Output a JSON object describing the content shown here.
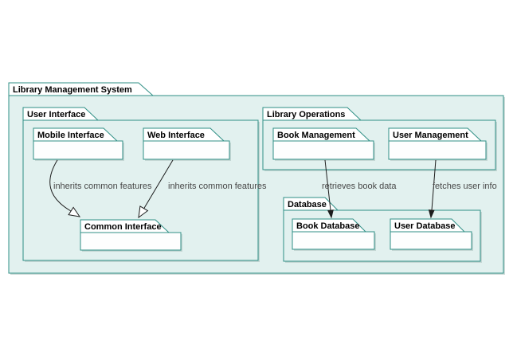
{
  "diagram": {
    "kind": "uml-package-diagram",
    "title": "Library Management System"
  },
  "colors": {
    "package_border": "#2f8f85",
    "container_fill": "#e2f1ef",
    "leaf_fill": "#fdfefe",
    "tab_fill": "#ffffff",
    "name_text": "#000000",
    "edge_label_text": "#474747",
    "edge_line": "#1c1c1c",
    "page_background": "#ffffff"
  },
  "packages": {
    "lms": {
      "name": "Library Management System"
    },
    "user_interface": {
      "name": "User Interface"
    },
    "mobile_interface": {
      "name": "Mobile Interface"
    },
    "web_interface": {
      "name": "Web Interface"
    },
    "common_interface": {
      "name": "Common Interface"
    },
    "library_operations": {
      "name": "Library Operations"
    },
    "book_management": {
      "name": "Book Management"
    },
    "user_management": {
      "name": "User Management"
    },
    "database": {
      "name": "Database"
    },
    "book_database": {
      "name": "Book Database"
    },
    "user_database": {
      "name": "User Database"
    }
  },
  "edges": {
    "mobile_to_common": {
      "from": "Mobile Interface",
      "to": "Common Interface",
      "label": "inherits common features",
      "style": "inheritance-hollow-arrow"
    },
    "web_to_common": {
      "from": "Web Interface",
      "to": "Common Interface",
      "label": "inherits common features",
      "style": "inheritance-hollow-arrow"
    },
    "bookmgmt_to_bookdb": {
      "from": "Book Management",
      "to": "Book Database",
      "label": "retrieves book data",
      "style": "directed-solid-arrow"
    },
    "usermgmt_to_userdb": {
      "from": "User Management",
      "to": "User Database",
      "label": "fetches user info",
      "style": "directed-solid-arrow"
    }
  }
}
